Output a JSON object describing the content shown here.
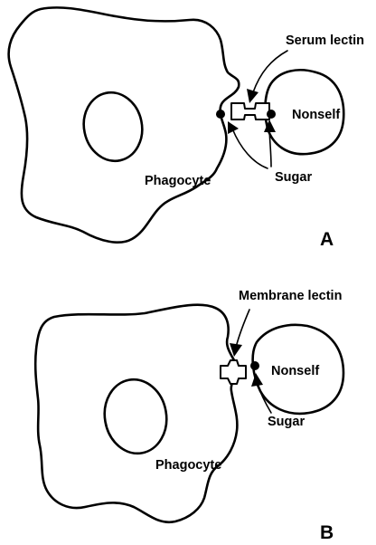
{
  "panels": [
    {
      "letter": "A",
      "cell_label": "Phagocyte",
      "target_label": "Nonself",
      "lectin_label": "Serum lectin",
      "sugar_label": "Sugar"
    },
    {
      "letter": "B",
      "cell_label": "Phagocyte",
      "target_label": "Nonself",
      "lectin_label": "Membrane lectin",
      "sugar_label": "Sugar"
    }
  ]
}
